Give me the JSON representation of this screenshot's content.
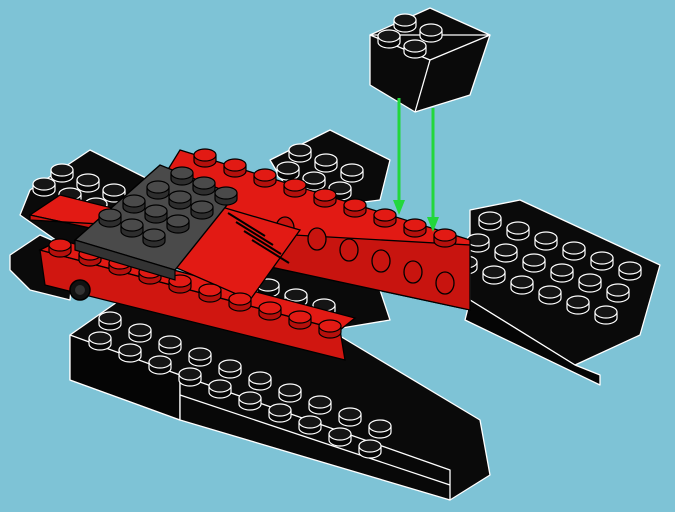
{
  "scene": {
    "subject": "brick-model-assembly-step",
    "background_color": "#7ec3d6",
    "colors": {
      "black": "#0a0a0a",
      "red": "#e21a14",
      "dark_gray": "#4a4a4a",
      "arrow_green": "#22d73c",
      "outline": "#ffffff"
    },
    "new_part": {
      "name": "black-slope-2x2",
      "arrow_count": 2
    }
  }
}
